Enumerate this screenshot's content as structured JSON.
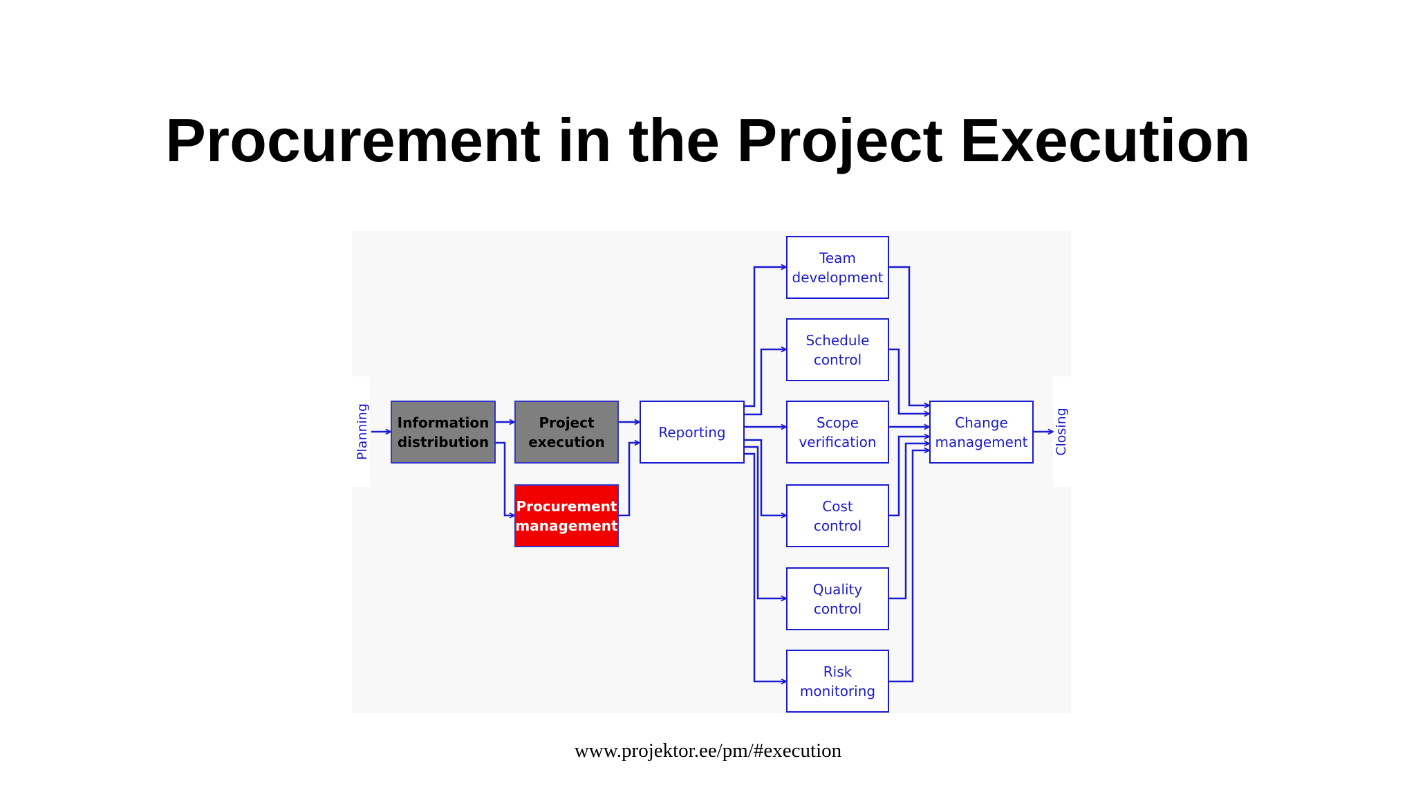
{
  "slide": {
    "title": "Procurement in the Project Execution",
    "footer": "www.projektor.ee/pm/#execution"
  },
  "diagram": {
    "input_label": "Planning",
    "output_label": "Closing",
    "nodes": {
      "information_distribution": "Information\ndistribution",
      "project_execution": "Project\nexecution",
      "procurement_management": "Procurement\nmanagement",
      "reporting": "Reporting",
      "team_development": "Team\ndevelopment",
      "schedule_control": "Schedule\ncontrol",
      "scope_verification": "Scope\nverification",
      "cost_control": "Cost\ncontrol",
      "quality_control": "Quality\ncontrol",
      "risk_monitoring": "Risk\nmonitoring",
      "change_management": "Change\nmanagement"
    },
    "colors": {
      "line": "#1a1ad0",
      "text": "#1a1acc",
      "highlight": "#f20000",
      "neutral": "#7f7f7f"
    }
  }
}
